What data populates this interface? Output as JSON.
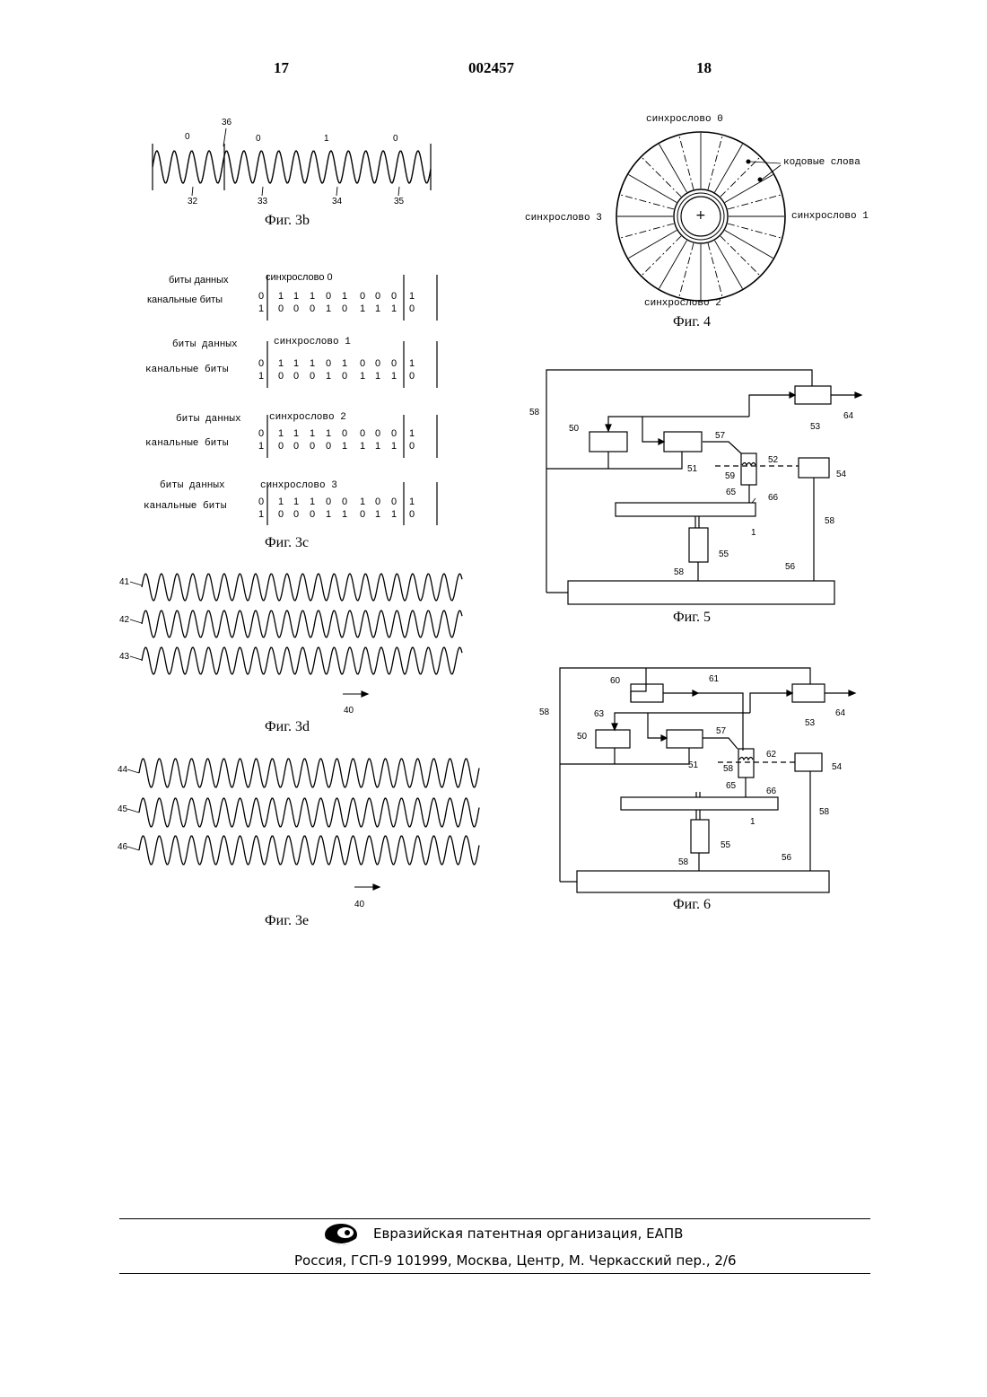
{
  "header": {
    "page_left": "17",
    "doc_number": "002457",
    "page_right": "18"
  },
  "fig3b": {
    "caption": "Фиг. 3b",
    "bits": [
      "0",
      "0",
      "1",
      "0"
    ],
    "top_ref": "36",
    "bottom_refs": [
      "32",
      "33",
      "34",
      "35"
    ]
  },
  "fig3c": {
    "caption": "Фиг. 3c",
    "blocks": [
      {
        "data_label": "биты данных",
        "channel_label": "канальные биты",
        "sync": "синхрослово 0",
        "row1": [
          "0",
          "1",
          "1",
          "1",
          "0",
          "1",
          "0",
          "0",
          "0",
          "1"
        ],
        "row2": [
          "1",
          "0",
          "0",
          "0",
          "1",
          "0",
          "1",
          "1",
          "1",
          "0"
        ]
      },
      {
        "data_label": "биты данных",
        "channel_label": "канальные биты",
        "sync": "синхрослово 1",
        "row1": [
          "0",
          "1",
          "1",
          "1",
          "0",
          "1",
          "0",
          "0",
          "0",
          "1"
        ],
        "row2": [
          "1",
          "0",
          "0",
          "0",
          "1",
          "0",
          "1",
          "1",
          "1",
          "0"
        ]
      },
      {
        "data_label": "биты данных",
        "channel_label": "канальные биты",
        "sync": "синхрослово 2",
        "row1": [
          "0",
          "1",
          "1",
          "1",
          "1",
          "0",
          "0",
          "0",
          "0",
          "1"
        ],
        "row2": [
          "1",
          "0",
          "0",
          "0",
          "0",
          "1",
          "1",
          "1",
          "1",
          "0"
        ]
      },
      {
        "data_label": "биты данных",
        "channel_label": "канальные биты",
        "sync": "синхрослово 3",
        "row1": [
          "0",
          "1",
          "1",
          "1",
          "0",
          "0",
          "1",
          "0",
          "0",
          "1"
        ],
        "row2": [
          "1",
          "0",
          "0",
          "0",
          "1",
          "1",
          "0",
          "1",
          "1",
          "0"
        ]
      }
    ]
  },
  "fig3d": {
    "caption": "Фиг. 3d",
    "refs": [
      "41",
      "42",
      "43"
    ],
    "arrow_ref": "40"
  },
  "fig3e": {
    "caption": "Фиг. 3e",
    "refs": [
      "44",
      "45",
      "46"
    ],
    "arrow_ref": "40"
  },
  "fig4": {
    "caption": "Фиг. 4",
    "sync0": "синхрослово 0",
    "sync1": "синхрослово 1",
    "sync2": "синхрослово 2",
    "sync3": "синхрослово 3",
    "codewords": "кодовые слова",
    "center": "+"
  },
  "fig5": {
    "caption": "Фиг. 5",
    "labels": {
      "r58a": "58",
      "r50": "50",
      "r57": "57",
      "r53": "53",
      "r64": "64",
      "r51": "51",
      "r52": "52",
      "r59": "59",
      "r54": "54",
      "r65": "65",
      "r66": "66",
      "r1": "1",
      "r58b": "58",
      "r55": "55",
      "r58c": "58",
      "r56": "56"
    }
  },
  "fig6": {
    "caption": "Фиг. 6",
    "labels": {
      "r60": "60",
      "r61": "61",
      "r58a": "58",
      "r63": "63",
      "r53": "53",
      "r64": "64",
      "r50": "50",
      "r57": "57",
      "r51": "51",
      "r62": "62",
      "r58b": "58",
      "r54": "54",
      "r65": "65",
      "r66": "66",
      "r1": "1",
      "r58c": "58",
      "r55": "55",
      "r58d": "58",
      "r56": "56"
    }
  },
  "footer": {
    "org": "Евразийская патентная организация, ЕАПВ",
    "address": "Россия, ГСП-9 101999, Москва, Центр, М. Черкасский пер., 2/6"
  }
}
